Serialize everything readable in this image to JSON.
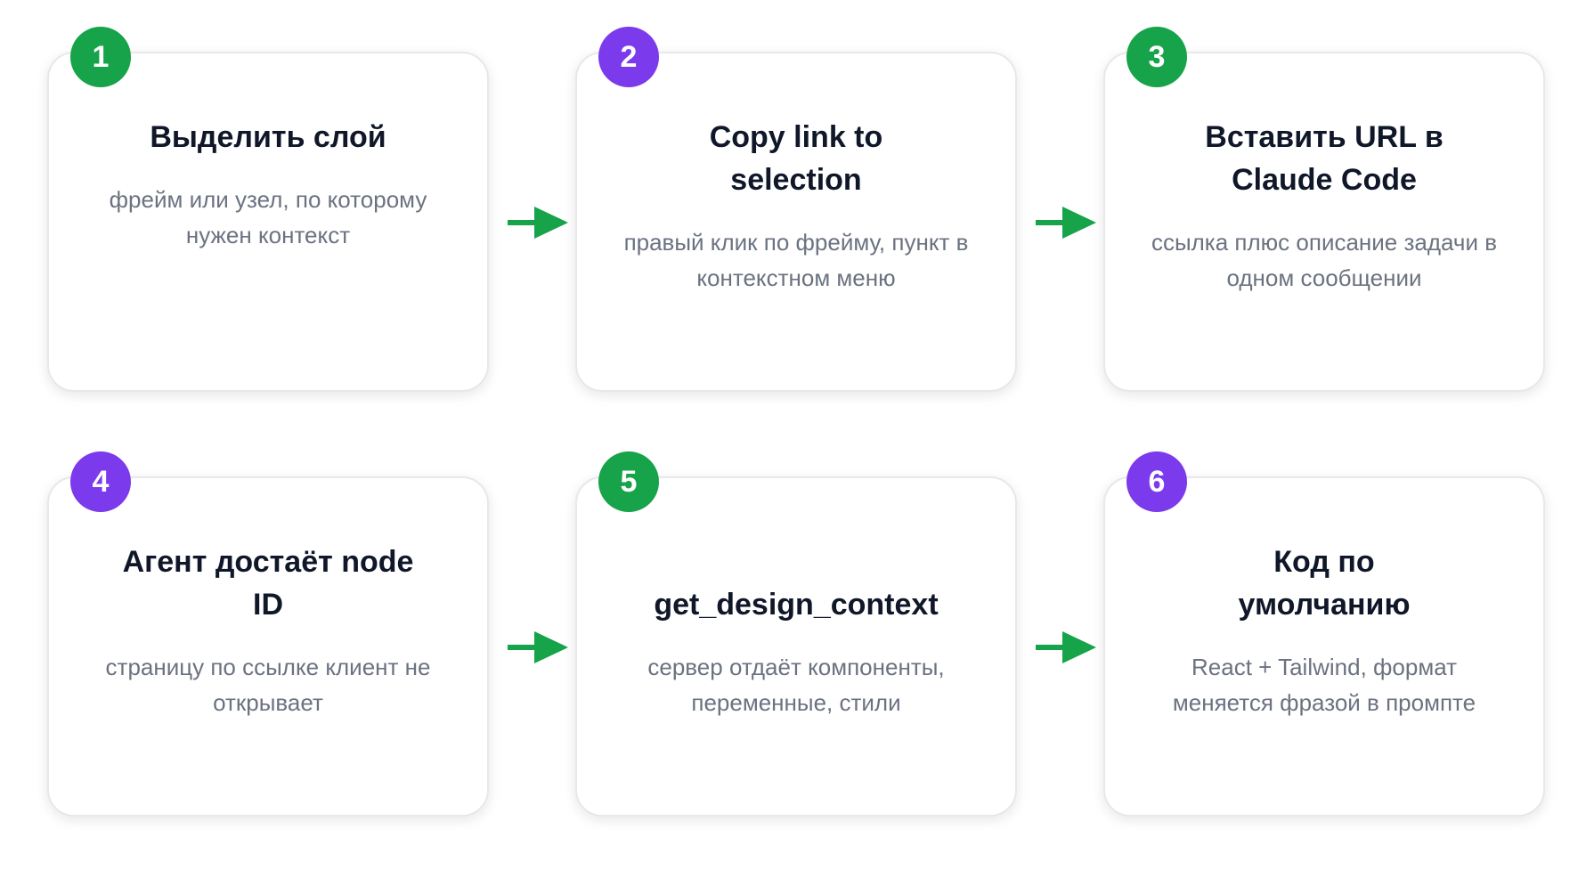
{
  "colors": {
    "green": "#16a34a",
    "purple": "#7c3aed",
    "arrow": "#16a34a",
    "title": "#0f1729",
    "description": "#6b7280"
  },
  "steps": [
    {
      "number": "1",
      "badge_color": "green",
      "title": "Выделить слой",
      "description": "фрейм или узел, по которому нужен контекст"
    },
    {
      "number": "2",
      "badge_color": "purple",
      "title": "Copy link to selection",
      "description": "правый клик по фрейму, пункт в контекстном меню"
    },
    {
      "number": "3",
      "badge_color": "green",
      "title": "Вставить URL в Claude Code",
      "description": "ссылка плюс описание задачи в одном сообщении"
    },
    {
      "number": "4",
      "badge_color": "purple",
      "title": "Агент достаёт node ID",
      "description": "страницу по ссылке клиент не открывает"
    },
    {
      "number": "5",
      "badge_color": "green",
      "title": "get_design_context",
      "description": "сервер отдаёт компоненты, переменные, стили"
    },
    {
      "number": "6",
      "badge_color": "purple",
      "title": "Код по умолчанию",
      "description": "React + Tailwind, формат меняется фразой в промпте"
    }
  ],
  "arrow_icon": "arrow-right-icon"
}
